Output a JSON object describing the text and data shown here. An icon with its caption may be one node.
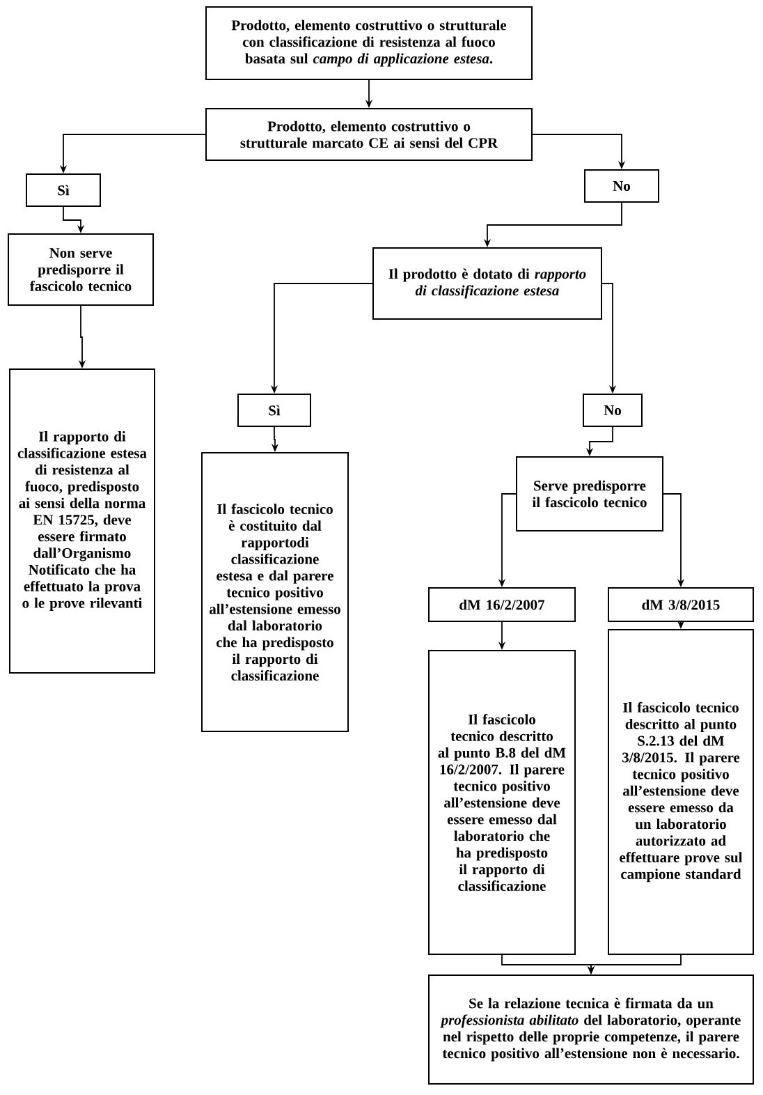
{
  "diagram": {
    "nodes": [
      {
        "text": [
          "Prodotto, elemento costruttivo o strutturale con classificazione di resistenza al fuoco basata sul *campo di applicazione estesa*."
        ]
      },
      {
        "text": [
          "Prodotto, elemento costruttivo o strutturale marcato CE ai sensi del CPR"
        ]
      },
      {
        "text": [
          "Sì"
        ]
      },
      {
        "text": [
          "Non serve predisporre il fascicolo tecnico"
        ]
      },
      {
        "text": [
          "Il rapporto di classificazione estesa di resistenza al fuoco, predisposto ai sensi della norma EN 15725, deve essere firmato dall’Organismo Notificato che ha effettuato la prova o le prove rilevanti"
        ]
      },
      {
        "text": [
          "No"
        ]
      },
      {
        "text": [
          "Il prodotto è dotato di *rapporto di classificazione estesa*"
        ]
      },
      {
        "text": [
          "Sì"
        ]
      },
      {
        "text": [
          "Il fascicolo tecnico è costituito dal rapportodi classificazione estesa e dal parere tecnico positivo all’estensione emesso dal laboratorio che ha predisposto il rapporto di classificazione"
        ]
      },
      {
        "text": [
          "No"
        ]
      },
      {
        "text": [
          "Serve predisporre il fascicolo tecnico"
        ]
      },
      {
        "text": [
          "dM 16/2/2007"
        ]
      },
      {
        "text": [
          "dM 3/8/2015"
        ]
      },
      {
        "text": [
          "Il fascicolo tecnico descritto al punto B.8 del dM 16/2/2007. Il parere tecnico positivo all’estensione deve essere emesso dal laboratorio che ha predisposto il rapporto di classificazione"
        ]
      },
      {
        "text": [
          "Il fascicolo tecnico descritto al punto S.2.13 del dM 3/8/2015. Il parere tecnico positivo all’estensione deve essere emesso da un laboratorio autorizzato ad effettuare prove sul campione standard"
        ]
      },
      {
        "text": [
          "Se la relazione tecnica è firmata da un *professionista abilitato* del laboratorio, operante nel rispetto delle proprie competenze, il parere tecnico positivo all’estensione non è necessario."
        ]
      }
    ],
    "edges": [
      {
        "from": 0,
        "to": 1,
        "arrow": "to"
      },
      {
        "from": 1,
        "to": 2,
        "arrow": "to"
      },
      {
        "from": 1,
        "to": 5,
        "arrow": "to"
      },
      {
        "from": 2,
        "to": 3,
        "arrow": "to"
      },
      {
        "from": 3,
        "to": 4,
        "arrow": "to"
      },
      {
        "from": 5,
        "to": 6,
        "arrow": "to"
      },
      {
        "from": 6,
        "to": 7,
        "arrow": "to"
      },
      {
        "from": 6,
        "to": 9,
        "arrow": "to"
      },
      {
        "from": 7,
        "to": 8,
        "arrow": "to"
      },
      {
        "from": 9,
        "to": 10,
        "arrow": "to"
      },
      {
        "from": 10,
        "to": 11,
        "arrow": "to"
      },
      {
        "from": 10,
        "to": 12,
        "arrow": "to"
      },
      {
        "from": 11,
        "to": 13,
        "arrow": "to"
      },
      {
        "from": 12,
        "to": 14,
        "arrow": "to"
      },
      {
        "from": 13,
        "to": 15,
        "arrow": "to"
      },
      {
        "from": 14,
        "to": 15,
        "arrow": "to"
      }
    ]
  }
}
